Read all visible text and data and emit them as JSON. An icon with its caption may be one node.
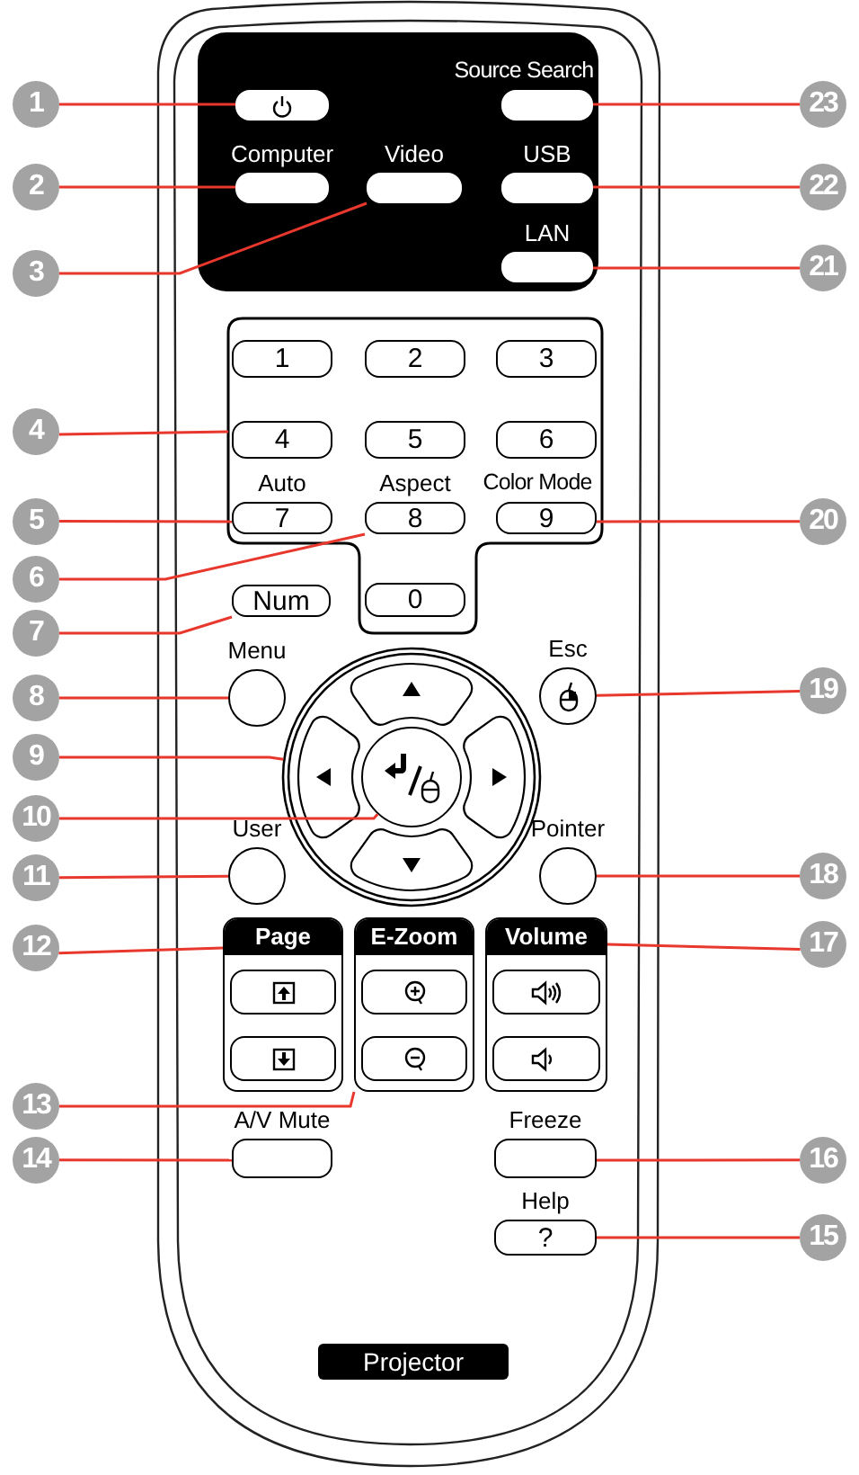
{
  "diagram": {
    "nodes": [
      {
        "text": [
          "1"
        ]
      },
      {
        "text": [
          "2"
        ]
      },
      {
        "text": [
          "3"
        ]
      },
      {
        "text": [
          "4"
        ]
      },
      {
        "text": [
          "5"
        ]
      },
      {
        "text": [
          "6"
        ]
      },
      {
        "text": [
          "7"
        ]
      },
      {
        "text": [
          "8"
        ]
      },
      {
        "text": [
          "9"
        ]
      },
      {
        "text": [
          "10"
        ]
      },
      {
        "text": [
          "11"
        ]
      },
      {
        "text": [
          "12"
        ]
      },
      {
        "text": [
          "13"
        ]
      },
      {
        "text": [
          "14"
        ]
      },
      {
        "text": [
          "15"
        ]
      },
      {
        "text": [
          "16"
        ]
      },
      {
        "text": [
          "17"
        ]
      },
      {
        "text": [
          "18"
        ]
      },
      {
        "text": [
          "19"
        ]
      },
      {
        "text": [
          "20"
        ]
      },
      {
        "text": [
          "21"
        ]
      },
      {
        "text": [
          "22"
        ]
      },
      {
        "text": [
          "23"
        ]
      },
      {
        "text": [],
        "shape": "box"
      },
      {
        "text": [
          "Computer"
        ]
      },
      {
        "text": [
          "Video"
        ]
      },
      {
        "text": [
          "Source Search"
        ]
      },
      {
        "text": [
          "USB"
        ]
      },
      {
        "text": [
          "LAN"
        ]
      },
      {
        "text": [],
        "shape": "box"
      },
      {
        "text": [
          "1"
        ],
        "in": 29
      },
      {
        "text": [
          "2"
        ],
        "in": 29
      },
      {
        "text": [
          "3"
        ],
        "in": 29
      },
      {
        "text": [
          "4"
        ],
        "in": 29
      },
      {
        "text": [
          "5"
        ],
        "in": 29
      },
      {
        "text": [
          "6"
        ],
        "in": 29
      },
      {
        "text": [
          "Auto",
          "7"
        ],
        "in": 29
      },
      {
        "text": [
          "Aspect",
          "8"
        ],
        "in": 29
      },
      {
        "text": [
          "Color Mode",
          "9"
        ],
        "in": 29
      },
      {
        "text": [
          "0"
        ],
        "in": 29
      },
      {
        "text": [
          "Num"
        ]
      },
      {
        "text": [
          "Menu"
        ]
      },
      {
        "text": [
          "Esc"
        ]
      },
      {
        "text": [],
        "shape": "circle"
      },
      {
        "text": [],
        "shape": "circle",
        "in": 43
      },
      {
        "text": [
          "User"
        ]
      },
      {
        "text": [
          "Pointer"
        ]
      },
      {
        "text": [
          "Page"
        ]
      },
      {
        "text": [
          "E-Zoom"
        ]
      },
      {
        "text": [
          "Volume"
        ]
      },
      {
        "text": [
          "A/V Mute"
        ]
      },
      {
        "text": [
          "Freeze"
        ]
      },
      {
        "text": [
          "Help",
          "?"
        ]
      },
      {
        "text": [
          "Projector"
        ]
      }
    ],
    "edges": [
      {
        "from": 0,
        "to": 23,
        "arrow": "none"
      },
      {
        "from": 1,
        "to": 24,
        "arrow": "none"
      },
      {
        "from": 2,
        "to": 25,
        "arrow": "none"
      },
      {
        "from": 3,
        "to": 29,
        "arrow": "none"
      },
      {
        "from": 4,
        "to": 36,
        "arrow": "none"
      },
      {
        "from": 5,
        "to": 37,
        "arrow": "none"
      },
      {
        "from": 6,
        "to": 40,
        "arrow": "none"
      },
      {
        "from": 7,
        "to": 41,
        "arrow": "none"
      },
      {
        "from": 8,
        "to": 43,
        "arrow": "none"
      },
      {
        "from": 9,
        "to": 44,
        "arrow": "none"
      },
      {
        "from": 10,
        "to": 45,
        "arrow": "none"
      },
      {
        "from": 11,
        "to": 47,
        "arrow": "none"
      },
      {
        "from": 12,
        "to": 48,
        "arrow": "none"
      },
      {
        "from": 13,
        "to": 50,
        "arrow": "none"
      },
      {
        "from": 14,
        "to": 52,
        "arrow": "none"
      },
      {
        "from": 15,
        "to": 51,
        "arrow": "none"
      },
      {
        "from": 16,
        "to": 49,
        "arrow": "none"
      },
      {
        "from": 17,
        "to": 46,
        "arrow": "none"
      },
      {
        "from": 18,
        "to": 42,
        "arrow": "none"
      },
      {
        "from": 19,
        "to": 38,
        "arrow": "none"
      },
      {
        "from": 20,
        "to": 28,
        "arrow": "none"
      },
      {
        "from": 21,
        "to": 27,
        "arrow": "none"
      },
      {
        "from": 22,
        "to": 26,
        "arrow": "none"
      }
    ]
  }
}
